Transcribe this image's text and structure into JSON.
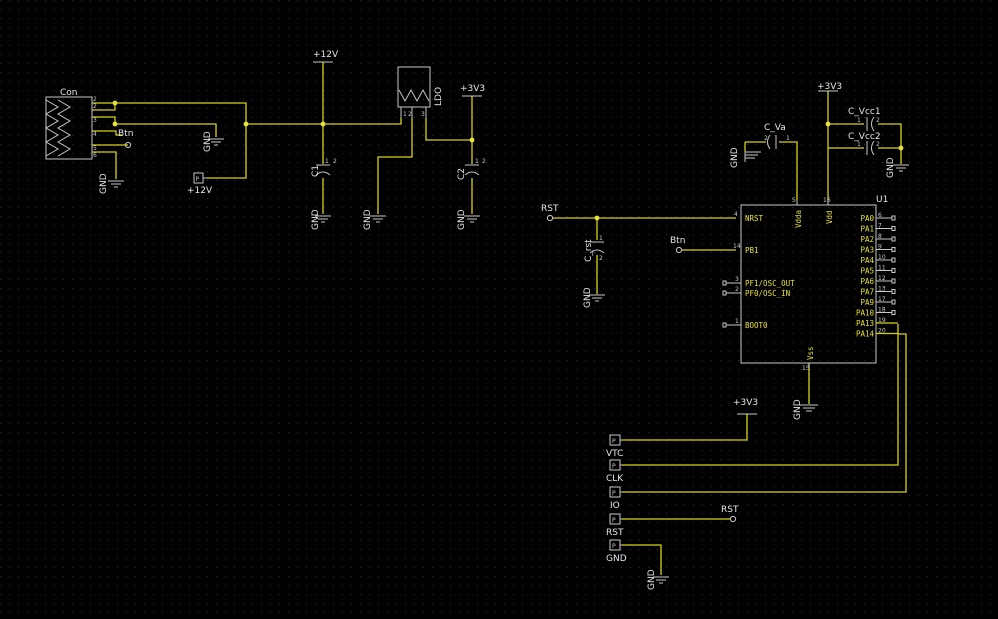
{
  "colors": {
    "background": "#000000",
    "wire": "#d7d11c",
    "part": "#c8c8c8",
    "label": "#e6e6e6",
    "pin_label": "#e8e23a",
    "grid": "#2e2e2e"
  },
  "connector": {
    "name": "Con",
    "pins": [
      "2",
      "2",
      "3",
      "4",
      "5",
      "6"
    ],
    "btn_label": "Btn",
    "gnd_label": "GND"
  },
  "power": {
    "v12": "+12V",
    "v12_port": "+12V",
    "v3v3_a": "+3V3",
    "v3v3_b": "+3V3",
    "v3v3_c": "+3V3"
  },
  "gnd": "GND",
  "ldo": {
    "name": "LDO",
    "pins": [
      "1",
      "2",
      "3"
    ]
  },
  "caps": {
    "c1": {
      "name": "C1",
      "pins": [
        "1",
        "2"
      ]
    },
    "c2": {
      "name": "C2",
      "pins": [
        "1",
        "2"
      ]
    },
    "c_va": {
      "name": "C_Va",
      "pins": [
        "2",
        "1"
      ]
    },
    "c_vcc1": {
      "name": "C_Vcc1",
      "pins": [
        "1",
        "2"
      ]
    },
    "c_vcc2": {
      "name": "C_Vcc2",
      "pins": [
        "1",
        "2"
      ]
    },
    "c_rst": {
      "name": "C_rst",
      "pins": [
        "1",
        "2"
      ]
    }
  },
  "mcu": {
    "name": "U1",
    "top_pins": [
      {
        "label": "Vdda",
        "num": "5"
      },
      {
        "label": "Vdd",
        "num": "16"
      }
    ],
    "vss": {
      "label": "Vss",
      "num": "15"
    },
    "left_pins": [
      {
        "label": "NRST",
        "num": "4"
      },
      {
        "label": "PB1",
        "num": "14"
      },
      {
        "label": "PF1/OSC_OUT",
        "num": "3"
      },
      {
        "label": "PF0/OSC_IN",
        "num": "2"
      },
      {
        "label": "BOOT0",
        "num": "1"
      }
    ],
    "right_pins": [
      {
        "label": "PA0",
        "num": "6"
      },
      {
        "label": "PA1",
        "num": "7"
      },
      {
        "label": "PA2",
        "num": "8"
      },
      {
        "label": "PA3",
        "num": "9"
      },
      {
        "label": "PA4",
        "num": "10"
      },
      {
        "label": "PA5",
        "num": "11"
      },
      {
        "label": "PA6",
        "num": "12"
      },
      {
        "label": "PA7",
        "num": "13"
      },
      {
        "label": "PA9",
        "num": "17"
      },
      {
        "label": "PA10",
        "num": "18"
      },
      {
        "label": "PA13",
        "num": "19"
      },
      {
        "label": "PA14",
        "num": "20"
      }
    ]
  },
  "nets": {
    "rst": "RST",
    "btn": "Btn",
    "rst2": "RST"
  },
  "port_letter": "P",
  "swd": [
    "VTC",
    "CLK",
    "IO",
    "RST",
    "GND"
  ]
}
